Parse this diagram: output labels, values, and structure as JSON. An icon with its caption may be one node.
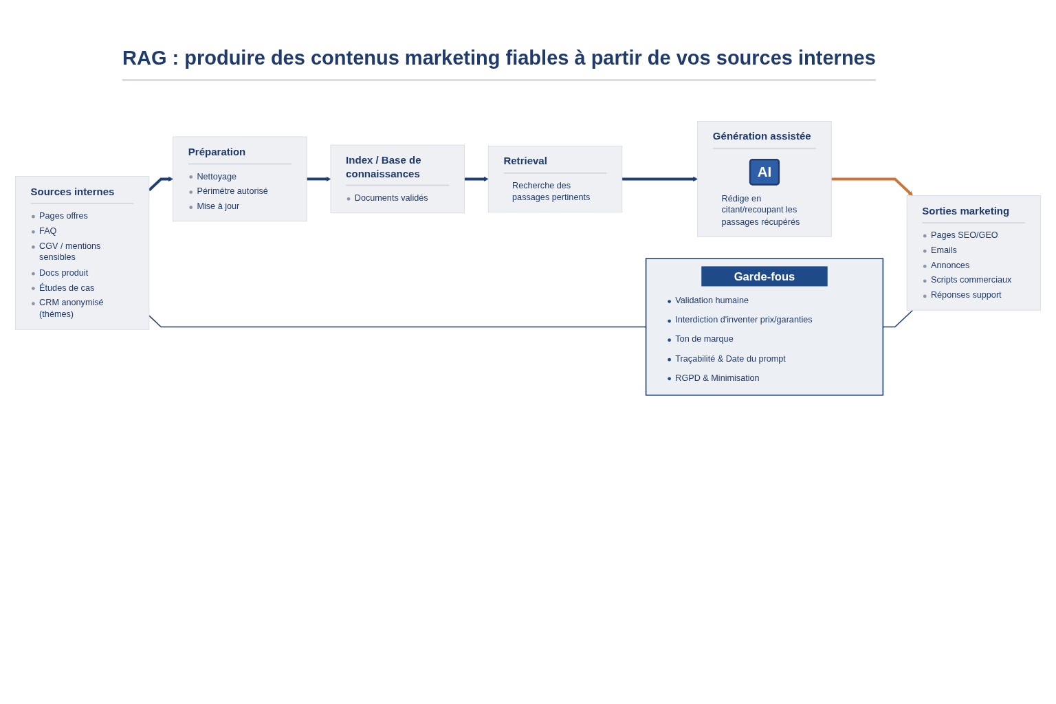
{
  "diagram": {
    "title": "RAG : produire des contenus marketing fiables à partir de vos sources internes",
    "nodes": [
      {
        "text": [
          "Sources internes",
          "Pages offres",
          "FAQ",
          "CGV / mentions sensibles",
          "Docs produit",
          "Études de cas",
          "CRM anonymisé (thémes)"
        ]
      },
      {
        "text": [
          "Préparation",
          "Nettoyage",
          "Périmétre autorisé",
          "Mise à jour"
        ]
      },
      {
        "text": [
          "Index / Base de connaissances",
          "Documents validés"
        ]
      },
      {
        "text": [
          "Retrieval",
          "Recherche des passages pertinents"
        ]
      },
      {
        "text": [
          "Génération assistée",
          "AI",
          "Rédige en citant/recoupant les passages récupérés"
        ]
      },
      {
        "text": [
          "Sorties marketing",
          "Pages SEO/GEO",
          "Emails",
          "Annonces",
          "Scripts commerciaux",
          "Réponses support"
        ]
      },
      {
        "text": [
          "Garde-fous",
          "Validation humaine",
          "Interdiction d'inventer prix/garanties",
          "Ton de marque",
          "Traçabilité & Date du prompt",
          "RGPD & Minimisation"
        ]
      }
    ],
    "edges": [
      {
        "from": 0,
        "to": 1,
        "arrow": "to"
      },
      {
        "from": 1,
        "to": 2,
        "arrow": "to"
      },
      {
        "from": 2,
        "to": 3,
        "arrow": "to"
      },
      {
        "from": 3,
        "to": 4,
        "arrow": "to"
      },
      {
        "from": 4,
        "to": 5,
        "arrow": "to",
        "color": "#c8763a"
      },
      {
        "from": 0,
        "to": 6,
        "arrow": "none"
      },
      {
        "from": 6,
        "to": 5,
        "arrow": "none"
      }
    ]
  }
}
